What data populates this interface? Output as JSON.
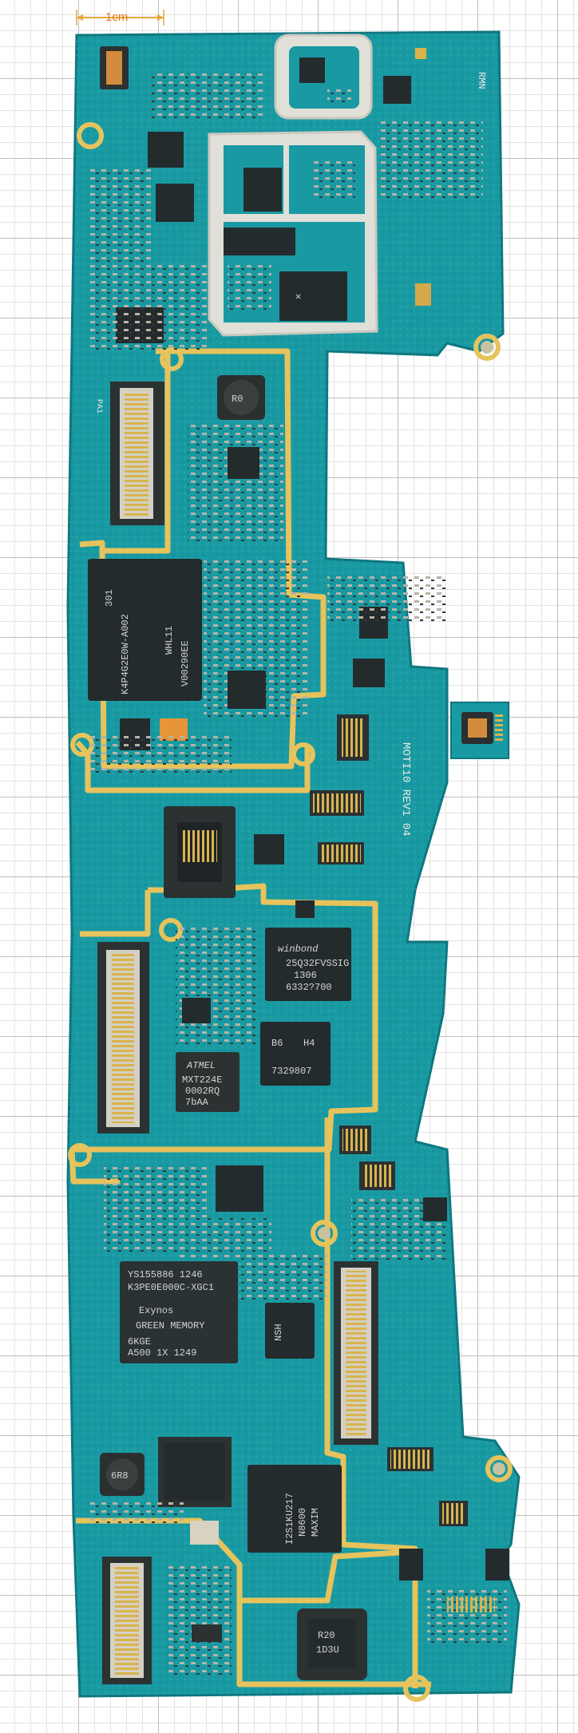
{
  "scale": {
    "label": "1cm"
  },
  "colors": {
    "pcb": "#199aa3",
    "pcb_dark": "#11838c",
    "gold": "#e6c35c",
    "chip": "#242b2d",
    "shield": "#e0dfd8",
    "grid_major": "#bfbfbf",
    "grid_minor": "#e4e4e4"
  },
  "board_label": "MOTI10 REV1 04",
  "side_label": "RMN",
  "left_label": "PA1",
  "chips": {
    "sdram": [
      "301",
      "K4P4G2E0W-A002",
      "WHL11",
      "V00290EE"
    ],
    "winbond": [
      "winbond",
      "25Q32FVSSIG",
      "1306",
      "6332?700"
    ],
    "atmel": [
      "ATMEL",
      "MXT224E",
      "0002RQ",
      "7bAA"
    ],
    "ic_mid": [
      "B6",
      "H4",
      "7329807"
    ],
    "exynos": [
      "YS155886 1246",
      "K3PE0E000C-XGC1",
      "Exynos",
      "GREEN MEMORY",
      "6KGE",
      "A500 1X 1249"
    ],
    "pmic": [
      "MAXIM",
      "N8600",
      "I2S1KU217"
    ],
    "small_nsh": [
      "NSH"
    ],
    "cam_chip": [
      "R20",
      "1D3U"
    ]
  },
  "inductors": [
    "R0",
    "6R8"
  ]
}
